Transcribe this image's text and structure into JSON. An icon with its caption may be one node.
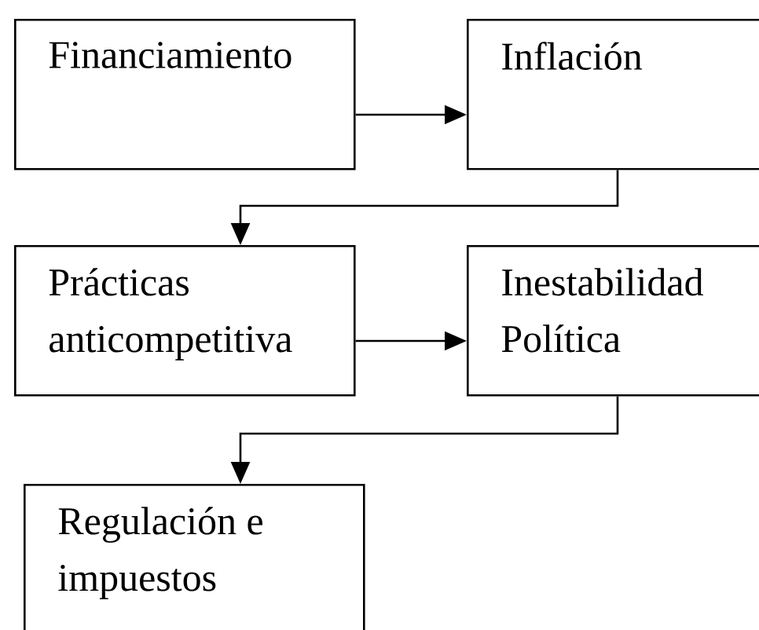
{
  "diagram": {
    "nodes": [
      {
        "text": [
          "Financiamiento"
        ]
      },
      {
        "text": [
          "Inflación"
        ]
      },
      {
        "text": [
          "Prácticas anticompetitiva"
        ]
      },
      {
        "text": [
          "Inestabilidad Política"
        ]
      },
      {
        "text": [
          "Regulación e impuestos"
        ]
      }
    ],
    "edges": [
      {
        "from": 0,
        "to": 1,
        "arrow": "to"
      },
      {
        "from": 1,
        "to": 2,
        "arrow": "to"
      },
      {
        "from": 2,
        "to": 3,
        "arrow": "to"
      },
      {
        "from": 3,
        "to": 4,
        "arrow": "to"
      }
    ]
  }
}
